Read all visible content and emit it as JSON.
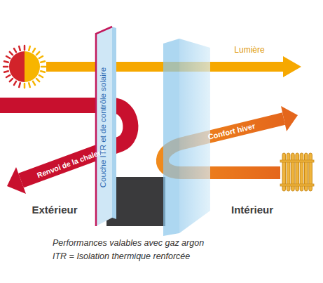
{
  "diagram": {
    "labels": [
      "Lumière",
      "Confort hiver",
      "Renvoi de la chaleur",
      "Couche ITR et de contrôle solaire",
      "Extérieur",
      "Intérieur",
      "Performances valables avec gaz argon",
      "ITR = Isolation thermique renforcée"
    ]
  }
}
